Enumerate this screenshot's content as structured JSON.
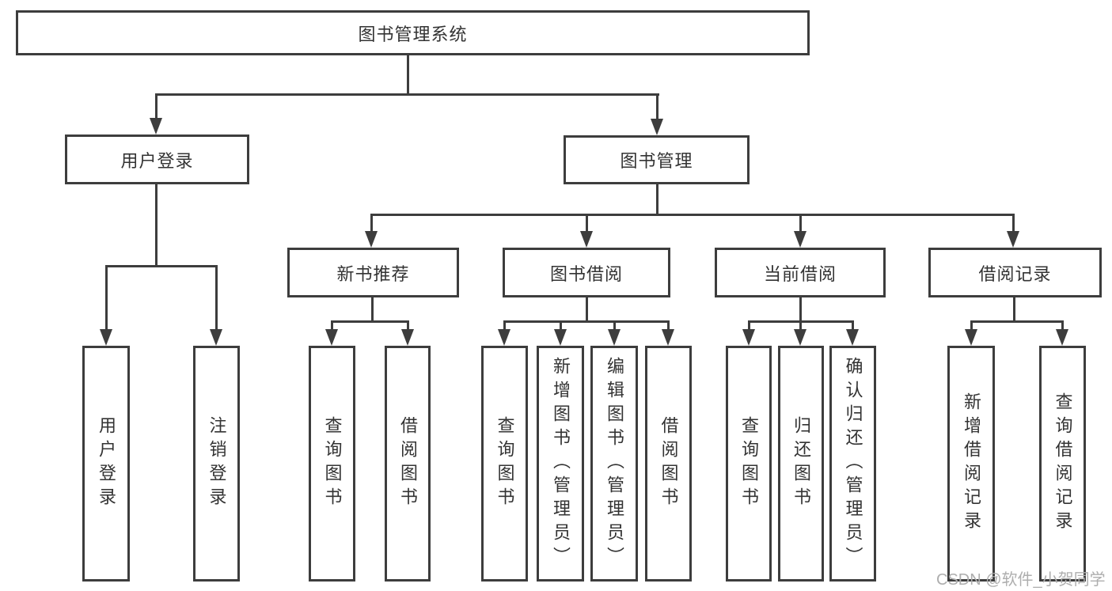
{
  "tree": {
    "root": {
      "label": "图书管理系统",
      "children": [
        {
          "label": "用户登录",
          "children": [
            {
              "label": "用户登录"
            },
            {
              "label": "注销登录"
            }
          ]
        },
        {
          "label": "图书管理",
          "children": [
            {
              "label": "新书推荐",
              "children": [
                {
                  "label": "查询图书"
                },
                {
                  "label": "借阅图书"
                }
              ]
            },
            {
              "label": "图书借阅",
              "children": [
                {
                  "label": "查询图书"
                },
                {
                  "label": "新增图书（管理员）"
                },
                {
                  "label": "编辑图书（管理员）"
                },
                {
                  "label": "借阅图书"
                }
              ]
            },
            {
              "label": "当前借阅",
              "children": [
                {
                  "label": "查询图书"
                },
                {
                  "label": "归还图书"
                },
                {
                  "label": "确认归还（管理员）"
                }
              ]
            },
            {
              "label": "借阅记录",
              "children": [
                {
                  "label": "新增借阅记录"
                },
                {
                  "label": "查询借阅记录"
                }
              ]
            }
          ]
        }
      ]
    }
  },
  "watermark": {
    "text": "CSDN @软件_小贺同学"
  },
  "colors": {
    "line": "#3d3d3d",
    "text": "#333333",
    "background": "#ffffff",
    "watermark": "#aeaeae"
  }
}
